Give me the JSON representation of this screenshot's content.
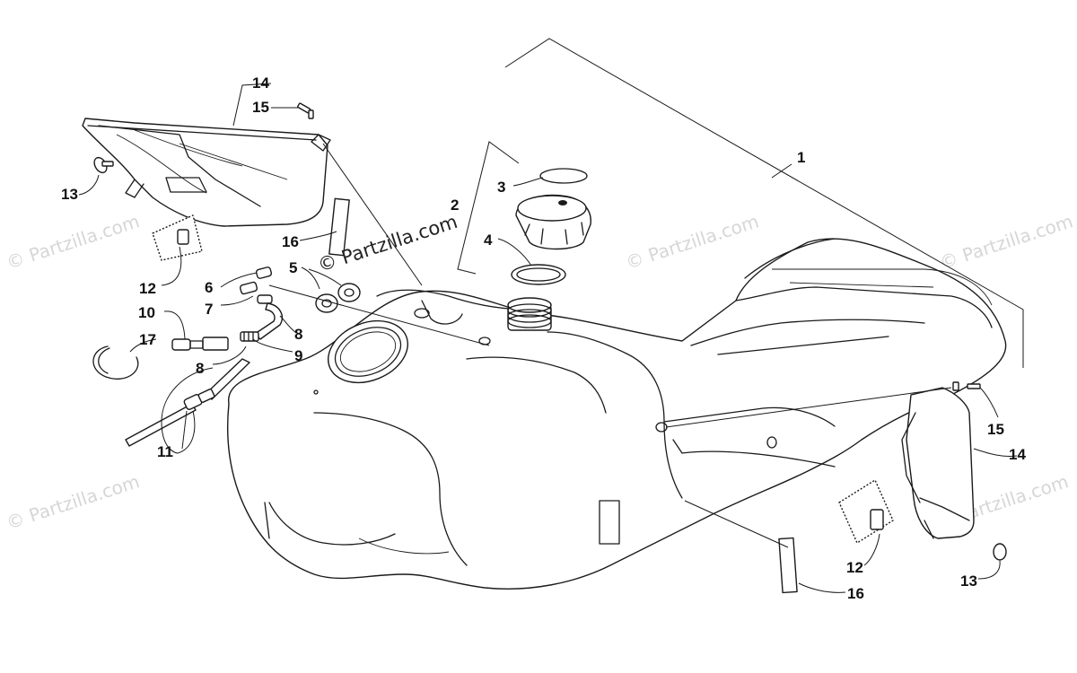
{
  "diagram": {
    "callouts": [
      {
        "id": "c1",
        "label": "1"
      },
      {
        "id": "c2",
        "label": "2"
      },
      {
        "id": "c3",
        "label": "3"
      },
      {
        "id": "c4",
        "label": "4"
      },
      {
        "id": "c5",
        "label": "5"
      },
      {
        "id": "c6",
        "label": "6"
      },
      {
        "id": "c7",
        "label": "7"
      },
      {
        "id": "c8a",
        "label": "8"
      },
      {
        "id": "c8b",
        "label": "8"
      },
      {
        "id": "c9",
        "label": "9"
      },
      {
        "id": "c10",
        "label": "10"
      },
      {
        "id": "c11",
        "label": "11"
      },
      {
        "id": "c12a",
        "label": "12"
      },
      {
        "id": "c12b",
        "label": "12"
      },
      {
        "id": "c13a",
        "label": "13"
      },
      {
        "id": "c13b",
        "label": "13"
      },
      {
        "id": "c14a",
        "label": "14"
      },
      {
        "id": "c14b",
        "label": "14"
      },
      {
        "id": "c15a",
        "label": "15"
      },
      {
        "id": "c15b",
        "label": "15"
      },
      {
        "id": "c16a",
        "label": "16"
      },
      {
        "id": "c16b",
        "label": "16"
      },
      {
        "id": "c17",
        "label": "17"
      }
    ],
    "watermark_main": "© Partzilla.com",
    "watermark_faint": "© Partzilla.com"
  }
}
